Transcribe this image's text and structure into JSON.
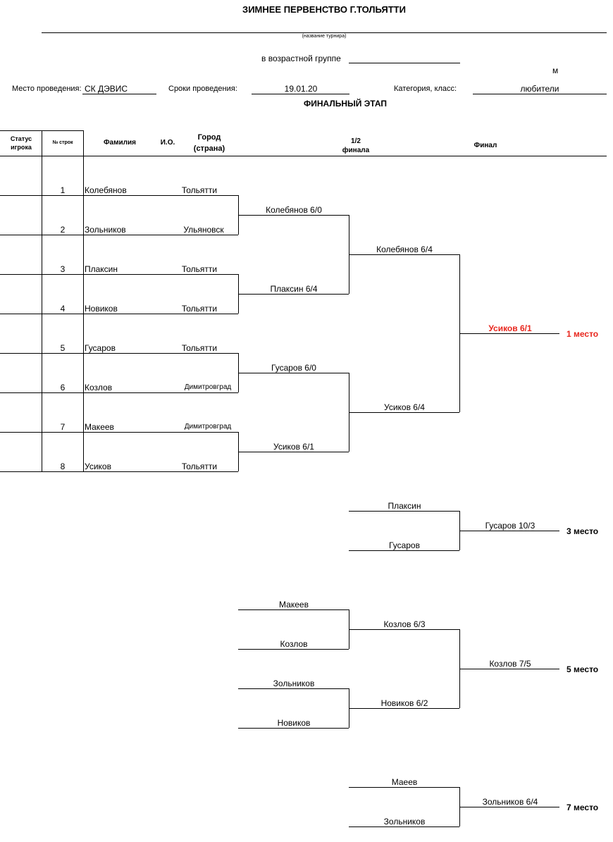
{
  "header": {
    "title": "ЗИМНЕЕ ПЕРВЕНСТВО Г.ТОЛЬЯТТИ",
    "tournament_caption": "(название турнира)",
    "age_group_label": "в возрастной группе",
    "gender_mark": "м",
    "venue_label": "Место проведения:",
    "venue_value": "СК ДЭВИС",
    "dates_label": "Сроки проведения:",
    "dates_value": "19.01.20",
    "category_label": "Категория, класс:",
    "category_value": "любители",
    "stage_title": "ФИНАЛЬНЫЙ ЭТАП"
  },
  "columns": {
    "status_l1": "Статус",
    "status_l2": "игрока",
    "row_no": "№ строк",
    "surname": "Фамилия",
    "initials": "И.О.",
    "city_l1": "Город",
    "city_l2": "(страна)",
    "semi_l1": "1/2",
    "semi_l2": "финала",
    "final": "Финал"
  },
  "players": [
    {
      "no": "1",
      "name": "Колебянов",
      "city": "Тольятти"
    },
    {
      "no": "2",
      "name": "Зольников",
      "city": "Ульяновск"
    },
    {
      "no": "3",
      "name": "Плаксин",
      "city": "Тольятти"
    },
    {
      "no": "4",
      "name": "Новиков",
      "city": "Тольятти"
    },
    {
      "no": "5",
      "name": "Гусаров",
      "city": "Тольятти"
    },
    {
      "no": "6",
      "name": "Козлов",
      "city": "Димитровград"
    },
    {
      "no": "7",
      "name": "Макеев",
      "city": "Димитровград"
    },
    {
      "no": "8",
      "name": "Усиков",
      "city": "Тольятти"
    }
  ],
  "main_bracket": {
    "qf": [
      "Колебянов 6/0",
      "Плаксин 6/4",
      "Гусаров 6/0",
      "Усиков 6/1"
    ],
    "sf": [
      "Колебянов 6/4",
      "Усиков 6/4"
    ],
    "final": "Усиков 6/1",
    "place": "1 место"
  },
  "third_place": {
    "players": [
      "Плаксин",
      "Гусаров"
    ],
    "result": "Гусаров 10/3",
    "place": "3 место"
  },
  "fifth_place": {
    "players": [
      "Макеев",
      "Козлов",
      "Зольников",
      "Новиков"
    ],
    "semis": [
      "Козлов 6/3",
      "Новиков 6/2"
    ],
    "result": "Козлов 7/5",
    "place": "5 место"
  },
  "seventh_place": {
    "players": [
      "Маеев",
      "Зольников"
    ],
    "result": "Зольников 6/4",
    "place": "7 место"
  },
  "colors": {
    "winner": "#e8261d",
    "line": "#000000"
  }
}
